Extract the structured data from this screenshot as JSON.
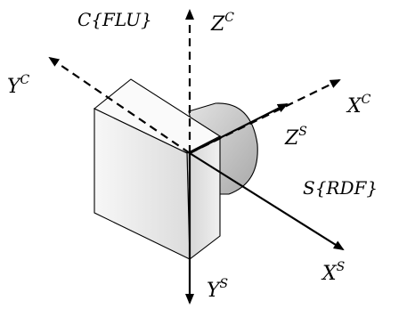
{
  "frames": {
    "camera": {
      "name": "C{FLU}",
      "axes": {
        "x": "X",
        "y": "Y",
        "z": "Z"
      },
      "superscript": "C",
      "style": "dashed"
    },
    "sensor": {
      "name": "S{RDF}",
      "axes": {
        "x": "X",
        "y": "Y",
        "z": "Z"
      },
      "superscript": "S",
      "style": "solid"
    }
  },
  "colors": {
    "line": "#000000",
    "body_front": "#f2f2f2",
    "body_side": "#cfcfcf",
    "body_top": "#fafafa",
    "lens": "#c9c9c9"
  }
}
